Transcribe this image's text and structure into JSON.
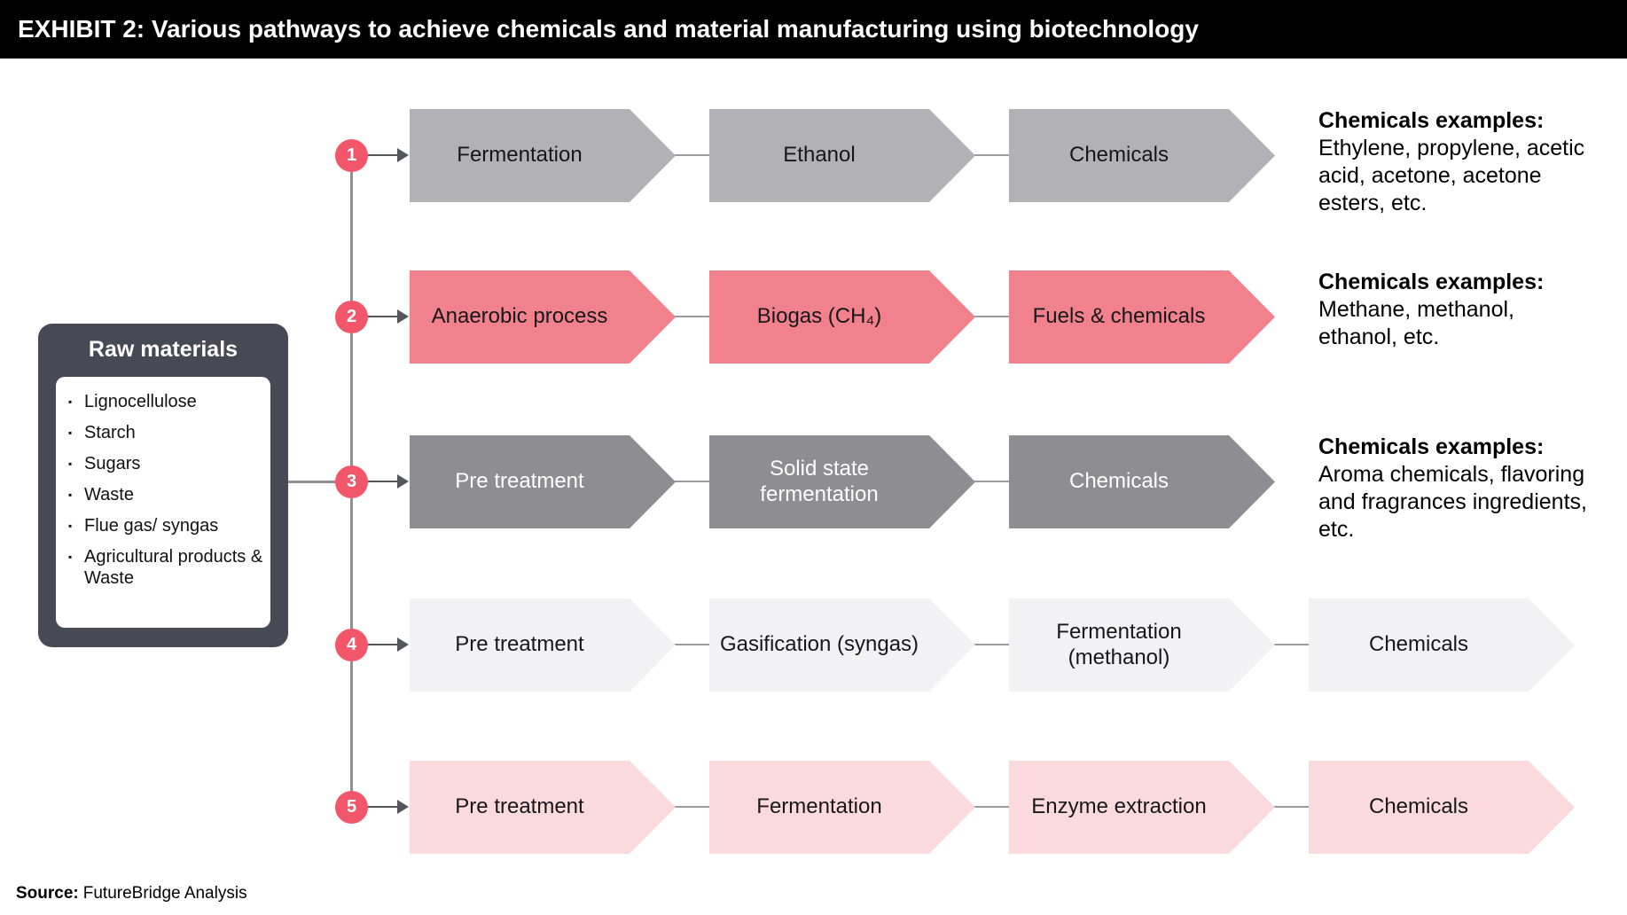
{
  "header": {
    "title": "EXHIBIT 2: Various pathways to achieve chemicals and material manufacturing using biotechnology"
  },
  "raw_materials": {
    "title": "Raw materials",
    "bullet_char": "▪",
    "items": [
      "Lignocellulose",
      "Starch",
      "Sugars",
      "Waste",
      "Flue gas/ syngas",
      "Agricultural products & Waste"
    ]
  },
  "pathways": [
    {
      "number": "1",
      "steps": [
        "Fermentation",
        "Ethanol",
        "Chemicals"
      ],
      "examples_title": "Chemicals examples:",
      "examples_body": "Ethylene, propylene, acetic acid, acetone, acetone esters, etc."
    },
    {
      "number": "2",
      "steps": [
        "Anaerobic process",
        "Biogas (CH₄)",
        "Fuels & chemicals"
      ],
      "examples_title": "Chemicals examples:",
      "examples_body": "Methane, methanol, ethanol, etc."
    },
    {
      "number": "3",
      "steps": [
        "Pre treatment",
        "Solid state fermentation",
        "Chemicals"
      ],
      "examples_title": "Chemicals examples:",
      "examples_body": "Aroma chemicals, flavoring and fragrances ingredients, etc."
    },
    {
      "number": "4",
      "steps": [
        "Pre treatment",
        "Gasification (syngas)",
        "Fermentation (methanol)",
        "Chemicals"
      ]
    },
    {
      "number": "5",
      "steps": [
        "Pre treatment",
        "Fermentation",
        "Enzyme extraction",
        "Chemicals"
      ]
    }
  ],
  "footer": {
    "source_label": "Source:",
    "source_text": "FutureBridge Analysis"
  },
  "colors": {
    "header_bg": "#000000",
    "row1_chevron": "#b2b2b6",
    "row2_chevron": "#f2818e",
    "row3_chevron": "#8d8d92",
    "row4_chevron": "#f2f2f4",
    "row5_chevron": "#fbdade",
    "number_badge": "#f2566a",
    "raw_materials_box": "#474a54",
    "connector_line": "#8f8f94"
  }
}
